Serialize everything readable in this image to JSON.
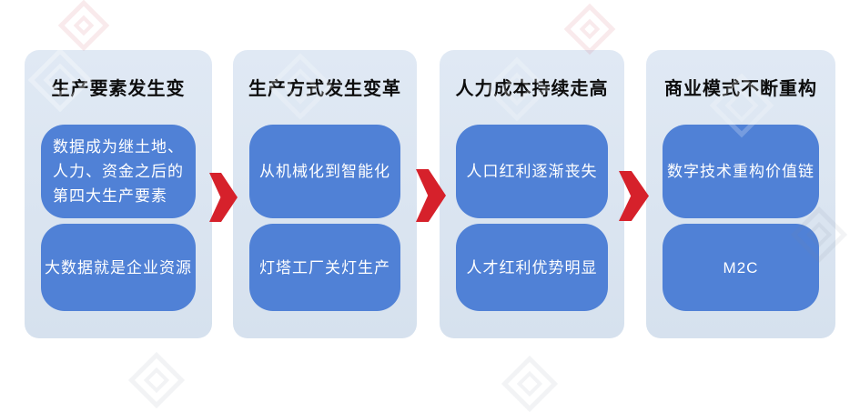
{
  "colors": {
    "panel_bg": "#e0e9f4",
    "panel_bg_bottom": "#d6e1ee",
    "box_bg": "#5081d6",
    "arrow": "#d6212b",
    "title_text": "#0d0d0d",
    "box_text": "#ffffff"
  },
  "diagram": {
    "columns": [
      {
        "title": "生产要素发生变",
        "boxes": [
          {
            "lines": [
              "数据成为继土地、",
              "人力、资金之后的",
              "第四大生产要素"
            ]
          },
          {
            "lines": [
              "大数据就是企业资源"
            ]
          }
        ]
      },
      {
        "title": "生产方式发生变革",
        "boxes": [
          {
            "lines": [
              "从机械化到智能化"
            ]
          },
          {
            "lines": [
              "灯塔工厂关灯生产"
            ]
          }
        ]
      },
      {
        "title": "人力成本持续走高",
        "boxes": [
          {
            "lines": [
              "人口红利逐渐丧失"
            ]
          },
          {
            "lines": [
              "人才红利优势明显"
            ]
          }
        ]
      },
      {
        "title": "商业模式不断重构",
        "boxes": [
          {
            "lines": [
              "数字技术重构价值链"
            ]
          },
          {
            "lines": [
              "M2C"
            ]
          }
        ]
      }
    ]
  }
}
